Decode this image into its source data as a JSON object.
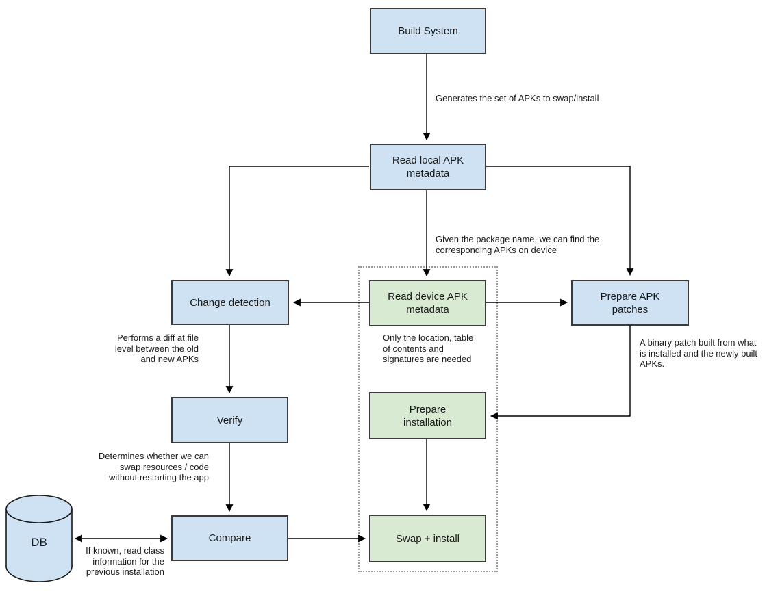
{
  "nodes": {
    "build_system": {
      "label": [
        "Build System"
      ]
    },
    "read_local": {
      "label": [
        "Read local APK",
        "metadata"
      ]
    },
    "change_detection": {
      "label": [
        "Change detection"
      ]
    },
    "read_device": {
      "label": [
        "Read device APK",
        "metadata"
      ]
    },
    "prepare_patches": {
      "label": [
        "Prepare APK",
        "patches"
      ]
    },
    "verify": {
      "label": [
        "Verify"
      ]
    },
    "prepare_installation": {
      "label": [
        "Prepare",
        "installation"
      ]
    },
    "compare": {
      "label": [
        "Compare"
      ]
    },
    "swap_install": {
      "label": [
        "Swap + install"
      ]
    },
    "db": {
      "label": [
        "DB"
      ]
    }
  },
  "annotations": {
    "generates": [
      "Generates the set of APKs to swap/install"
    ],
    "given_package": [
      "Given the package name, we can find the",
      "corresponding APKs on device"
    ],
    "performs_diff": [
      "Performs a diff at file",
      "level between the old",
      "and new APKs"
    ],
    "only_location": [
      "Only the location, table",
      "of contents and",
      "signatures are needed"
    ],
    "binary_patch": [
      "A binary patch built from what",
      "is installed and the newly built",
      "APKs."
    ],
    "determines": [
      "Determines whether we can",
      "swap resources / code",
      "without restarting the app"
    ],
    "if_known": [
      "If known, read class",
      "information for the",
      "previous installation"
    ]
  },
  "colors": {
    "node_blue": "#cfe2f3",
    "node_green": "#d9ead3",
    "node_border": "#3b3b3b",
    "connector": "#000000",
    "group_outline": "#9a9a9a",
    "text": "#1a1a1a"
  }
}
